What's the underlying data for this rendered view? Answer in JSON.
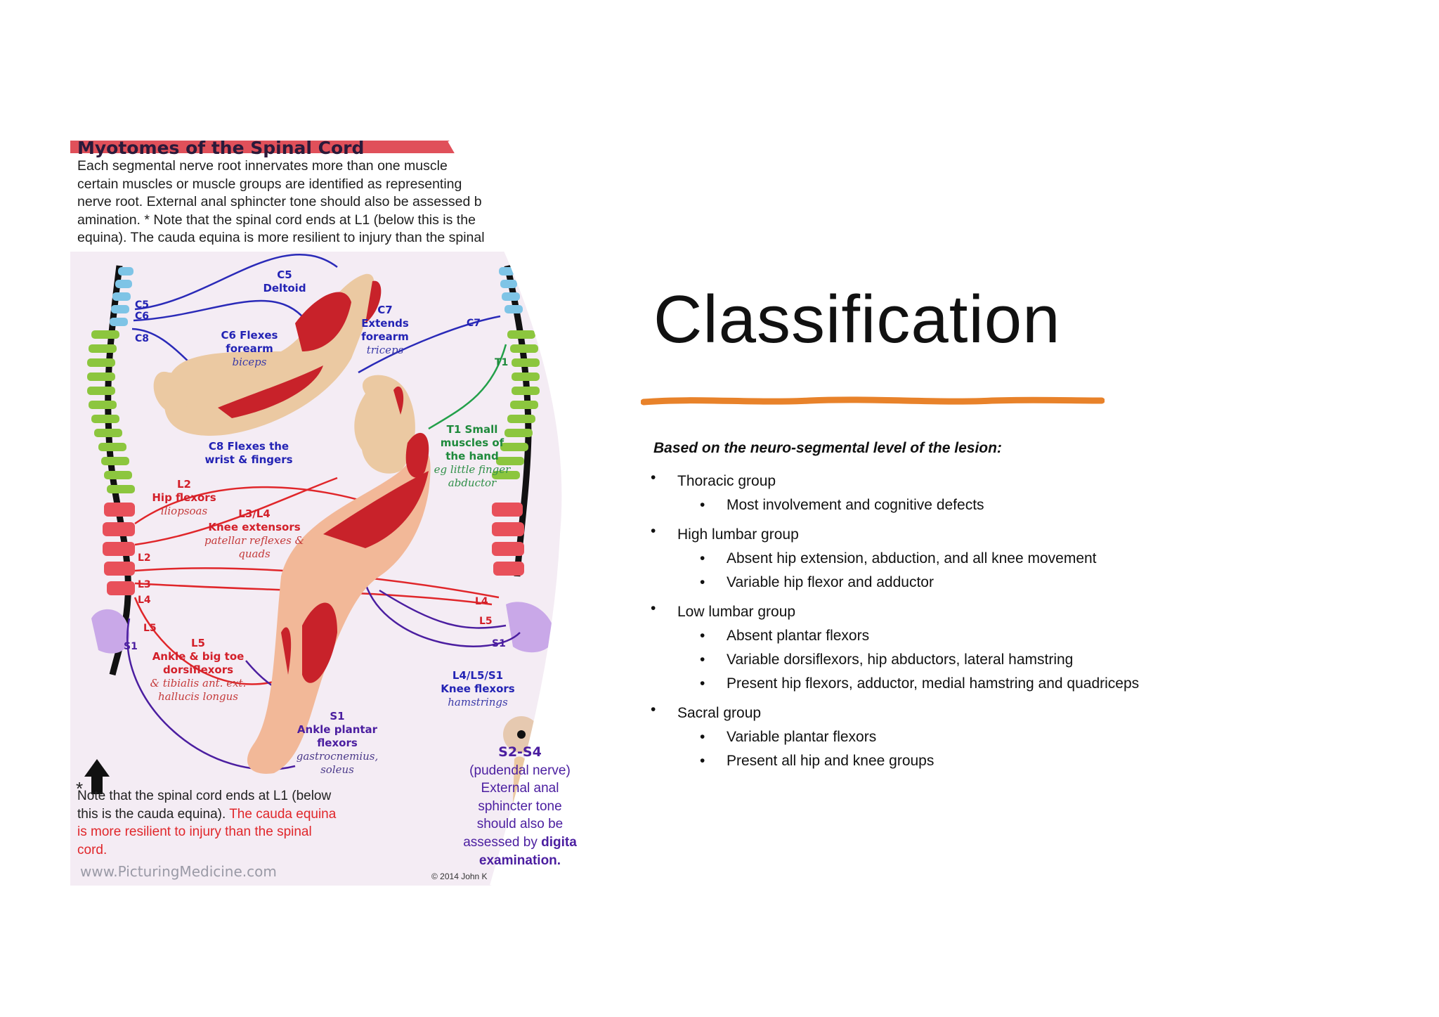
{
  "figure": {
    "title": "Myotomes of the Spinal Cord",
    "intro_lines": [
      "Each segmental nerve root innervates more than one muscle",
      "certain muscles or muscle groups are identified as representing",
      "nerve root. External anal sphincter tone should also be assessed b",
      "amination. * Note that the spinal cord ends at L1 (below this is the",
      "equina). The cauda equina is more resilient to injury than the spinal"
    ],
    "labels": {
      "c5": "C5",
      "c5_desc": "Deltoid",
      "c7": "C7",
      "c7_desc": "Extends forearm",
      "c7_sub": "triceps",
      "c6_desc": "C6 Flexes forearm",
      "c6_sub": "biceps",
      "c8_desc": "C8 Flexes the wrist & fingers",
      "t1_desc": "T1 Small muscles of the hand",
      "t1_sub": "eg little finger abductor",
      "l2": "L2",
      "l2_desc": "Hip flexors",
      "l2_sub": "iliopsoas",
      "l3l4": "L3/L4",
      "l3l4_desc": "Knee extensors",
      "l3l4_sub": "patellar reflexes & quads",
      "l5": "L5",
      "l5_desc": "Ankle & big toe dorsiflexors",
      "l5_sub": "& tibialis ant. ext. hallucis longus",
      "s1": "S1",
      "s1_desc": "Ankle plantar flexors",
      "s1_sub": "gastrocnemius, soleus",
      "l4l5s1": "L4/L5/S1",
      "l4l5s1_desc": "Knee flexors",
      "l4l5s1_sub": "hamstrings"
    },
    "levels_left": [
      "C5",
      "C6",
      "C8",
      "L2",
      "L3",
      "L4",
      "L5",
      "S1"
    ],
    "levels_right": [
      "C7",
      "T1",
      "L4",
      "L5",
      "S1"
    ],
    "note_main": "Note that the spinal cord ends at L1 (below this is the cauda equina).",
    "note_red": "The cauda equina is more resilient to injury than the spinal cord.",
    "s2s4_heading": "S2-S4",
    "s2s4_text": "(pudendal nerve) External anal sphincter tone should also be assessed by",
    "s2s4_bold": "digita examination.",
    "watermark": "www.PicturingMedicine.com",
    "copyright": "© 2014 John K"
  },
  "slide": {
    "title": "Classification",
    "lead": "Based on the neuro-segmental level of the lesion:",
    "groups": [
      {
        "label": "Thoracic group",
        "items": [
          "Most involvement and cognitive defects"
        ]
      },
      {
        "label": "High lumbar group",
        "items": [
          "Absent hip extension, abduction, and all knee movement",
          "Variable hip flexor and adductor"
        ]
      },
      {
        "label": "Low lumbar group",
        "items": [
          "Absent plantar flexors",
          "Variable dorsiflexors, hip abductors, lateral hamstring",
          "Present hip flexors, adductor, medial hamstring and quadriceps"
        ]
      },
      {
        "label": "Sacral group",
        "items": [
          "Variable plantar flexors",
          "Present all hip and knee groups"
        ]
      }
    ],
    "bullet": "•",
    "accent_color": "#e8822a"
  }
}
